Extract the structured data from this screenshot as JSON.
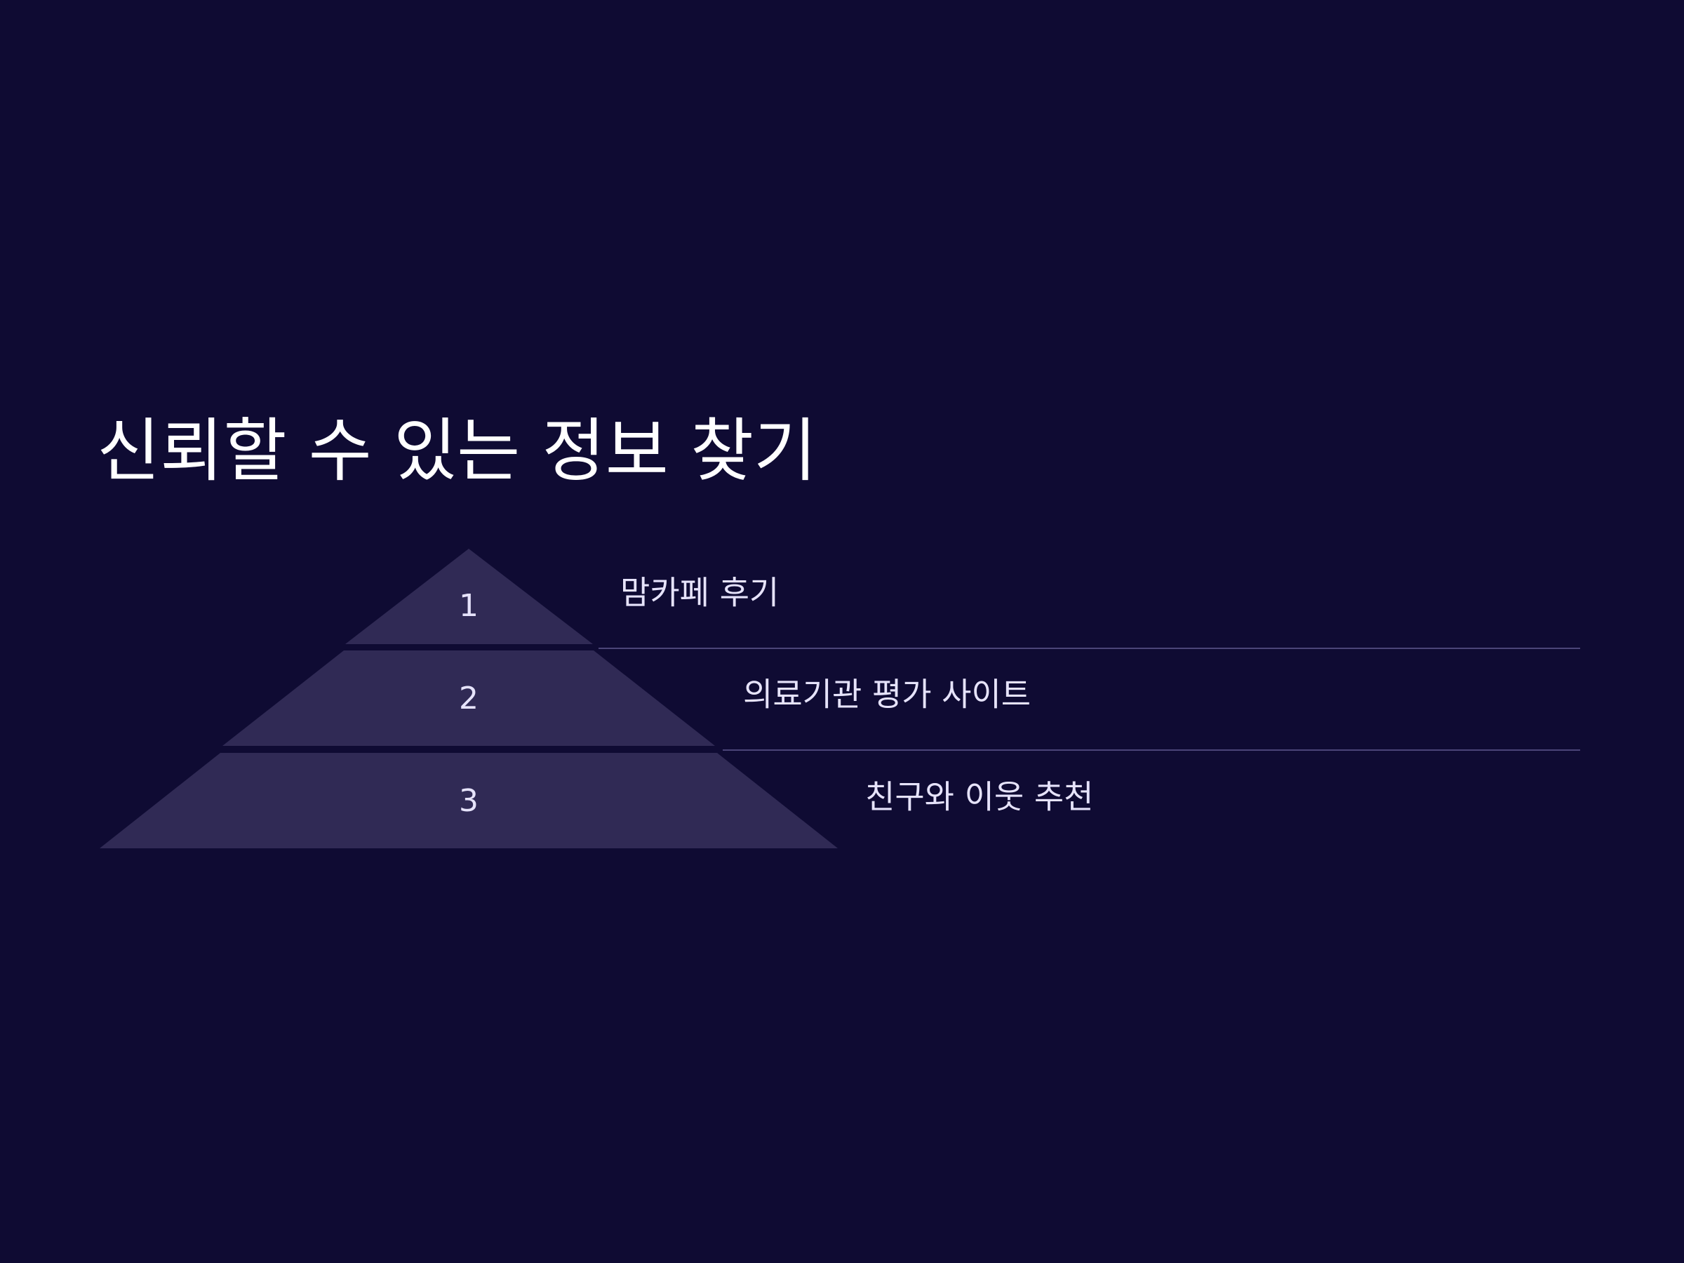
{
  "slide": {
    "title": "신뢰할 수 있는 정보 찾기"
  },
  "pyramid": {
    "tiers": [
      {
        "number": "1",
        "label": "맘카페 후기"
      },
      {
        "number": "2",
        "label": "의료기관 평가 사이트"
      },
      {
        "number": "3",
        "label": "친구와 이웃 추천"
      }
    ]
  },
  "colors": {
    "background": "#0f0b33",
    "tier_fill": "#302a55",
    "divider": "#4b4578",
    "text": "#e6e3fb",
    "title": "#ffffff"
  }
}
